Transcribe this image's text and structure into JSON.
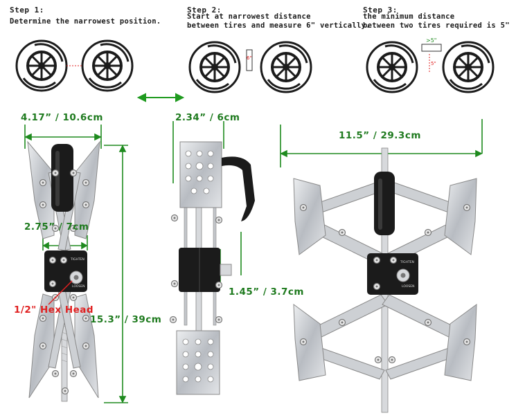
{
  "steps": [
    {
      "title": "Step 1:",
      "text": "Determine the narrowest position."
    },
    {
      "title": "Step 2:",
      "text": "Start at narrowest distance\nbetween tires and measure 6\" vertically."
    },
    {
      "title": "Step 3:",
      "text": "the minimum distance\nbetween two tires required is 5\""
    }
  ],
  "step_marks": {
    "six_inch": "6\"",
    "gt_five": ">5\"",
    "five_inch": "5\""
  },
  "dimensions": {
    "top_width": "4.17” / 10.6cm",
    "side_width": "2.34” / 6cm",
    "expanded_width": "11.5” / 29.3cm",
    "inner_width": "2.75” / 7cm",
    "height": "15.3” / 39cm",
    "side_depth": "1.45” / 3.7cm"
  },
  "callouts": {
    "hex_head": "1/2\" Hex Head"
  },
  "device_labels": {
    "tighten": "TIGHTEN",
    "loosen": "LOOSEN"
  },
  "colors": {
    "dimension": "#1e7a1e",
    "callout": "#e02020",
    "metal": "#c9ccd0",
    "black": "#1b1b1b"
  }
}
